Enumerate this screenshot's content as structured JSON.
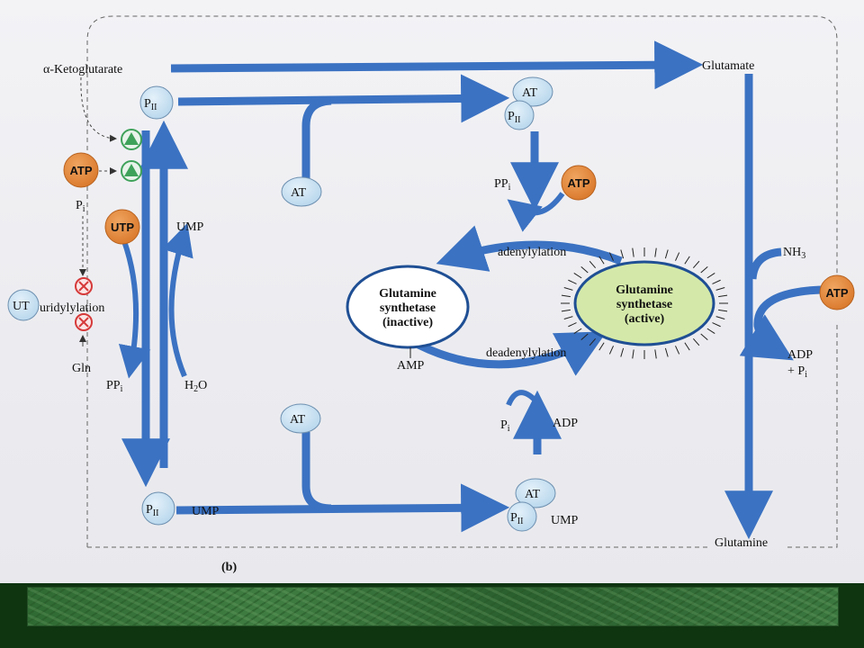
{
  "colors": {
    "arrow": "#3b72c2",
    "blue_node": "#c7e0f1",
    "orange_node": "#e3863a",
    "green_node": "#d4e9a9",
    "green_triangle": "#3fa25a",
    "red_block": "#d63a3a",
    "footer": "#0e3410"
  },
  "labels": {
    "alpha_ketoglutarate": "α-Ketoglutarate",
    "glutamate": "Glutamate",
    "glutamine": "Glutamine",
    "nh3": "NH",
    "nh3_sub": "3",
    "atp": "ATP",
    "adp": "ADP",
    "plus_pi": "+ P",
    "i_sub": "i",
    "pi": "P",
    "ppi_pp": "PP",
    "utp": "UTP",
    "ump": "UMP",
    "h2o": "H",
    "h2o_sub": "2",
    "h2o_o": "O",
    "gln": "Gln",
    "ut": "UT",
    "uridylylation": "uridylylation",
    "at": "AT",
    "p": "P",
    "ii_sub": "II",
    "adenylylation": "adenylylation",
    "deadenylylation": "deadenylylation",
    "amp": "AMP",
    "gs_inactive_1": "Glutamine",
    "gs_inactive_2": "synthetase",
    "gs_inactive_3": "(inactive)",
    "gs_active_1": "Glutamine",
    "gs_active_2": "synthetase",
    "gs_active_3": "(active)",
    "panel": "(b)"
  },
  "icons": [
    "green-triangle-activator-icon",
    "red-cross-inhibitor-icon"
  ]
}
